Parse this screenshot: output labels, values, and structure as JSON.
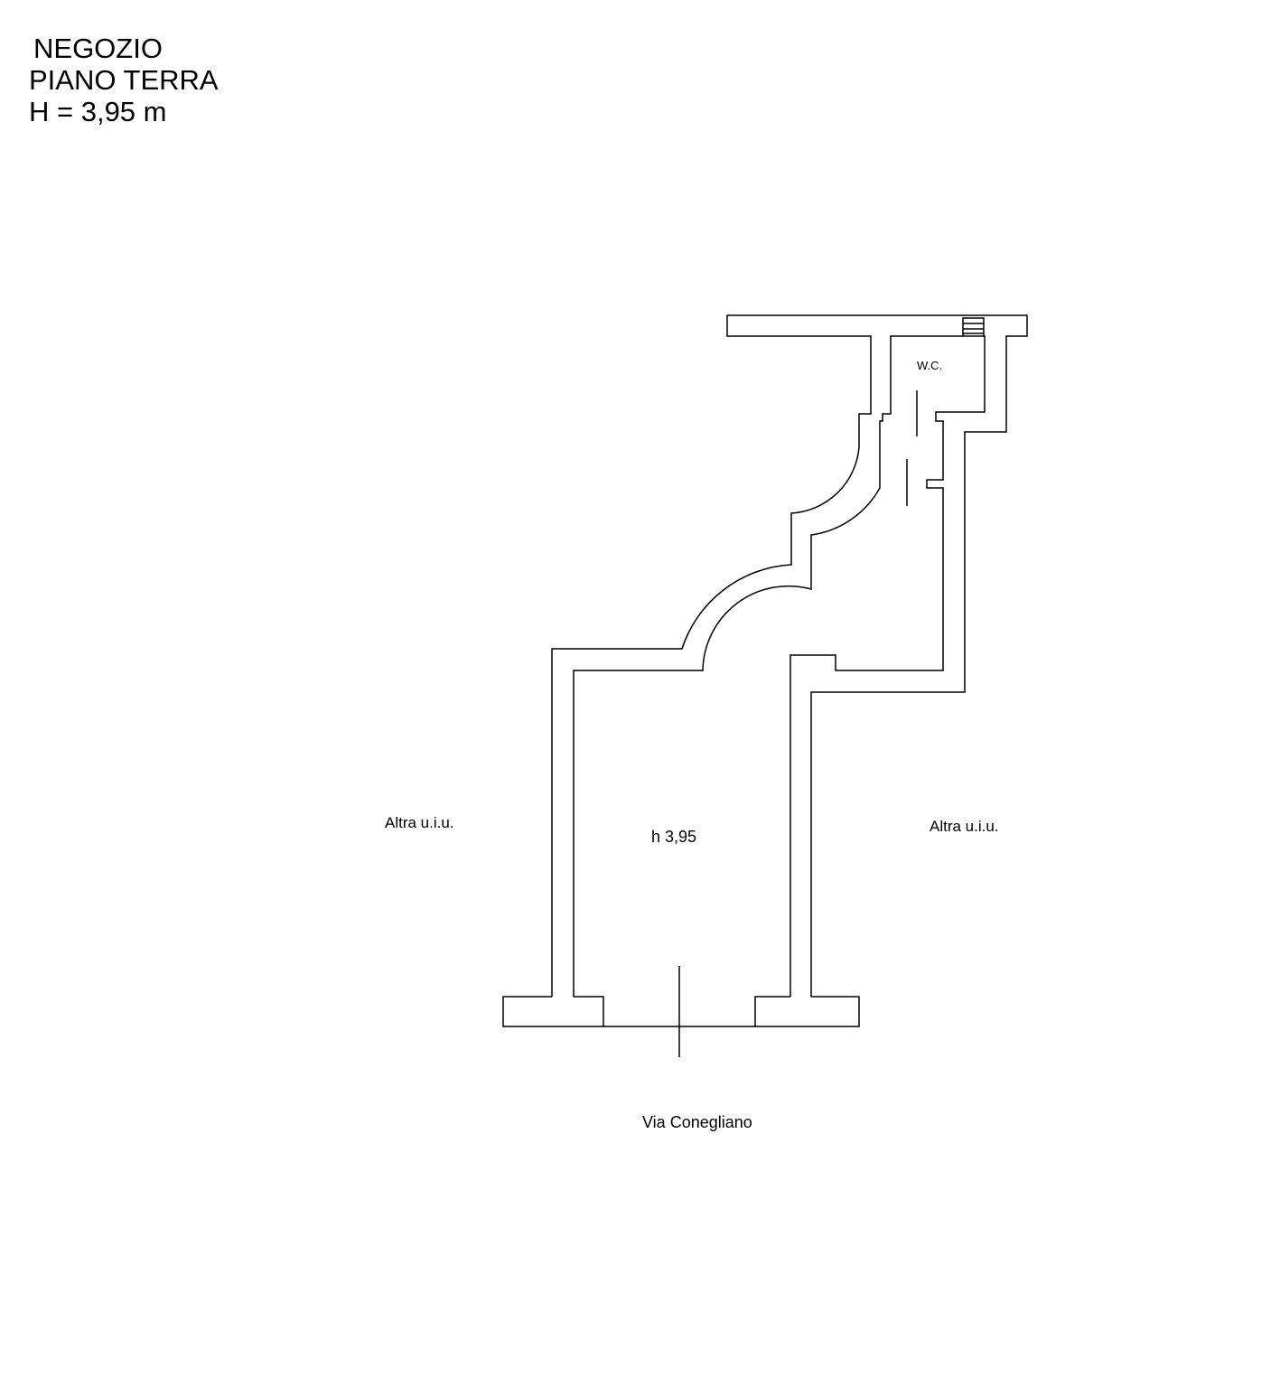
{
  "title": {
    "line1": "NEGOZIO",
    "line2": "PIANO TERRA",
    "line3": "H = 3,95 m"
  },
  "labels": {
    "wc": "W.C.",
    "height": "h 3,95",
    "other_unit_left": "Altra u.i.u.",
    "other_unit_right": "Altra u.i.u.",
    "street": "Via Conegliano"
  }
}
